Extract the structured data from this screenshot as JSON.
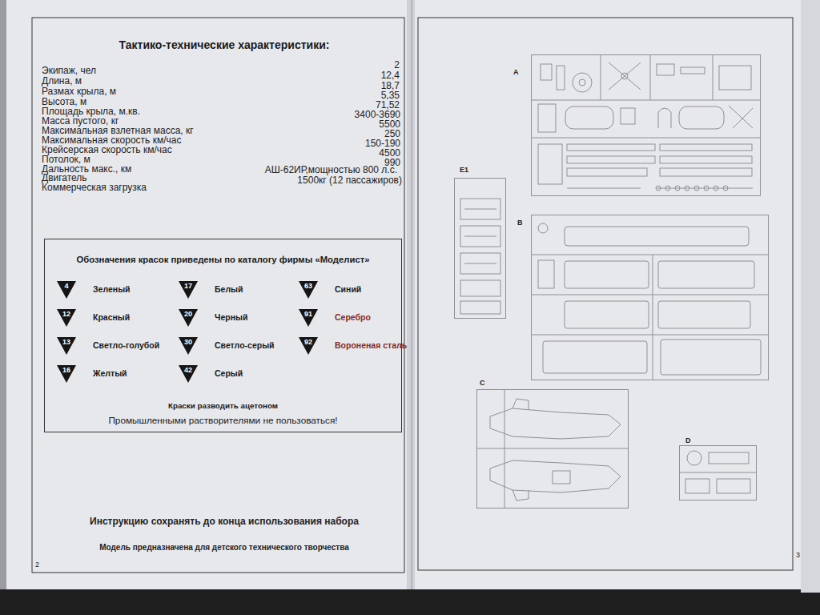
{
  "diagram": {
    "title": "Тактико-технические характеристики:",
    "nodes": [
      {
        "text": [
          "Обозначения красок приведены по каталогу фирмы «Моделист»",
          "Краски разводить ацетоном",
          "Промышленными растворителями не пользоваться!"
        ]
      },
      {
        "text": [
          "4",
          "Зеленый"
        ],
        "in": 0
      },
      {
        "text": [
          "17",
          "Белый"
        ],
        "in": 0
      },
      {
        "text": [
          "63",
          "Синий"
        ],
        "in": 0
      },
      {
        "text": [
          "12",
          "Красный"
        ],
        "in": 0
      },
      {
        "text": [
          "20",
          "Черный"
        ],
        "in": 0
      },
      {
        "text": [
          "91",
          "Серебро"
        ],
        "in": 0
      },
      {
        "text": [
          "13",
          "Светло-голубой"
        ],
        "in": 0
      },
      {
        "text": [
          "30",
          "Светло-серый"
        ],
        "in": 0
      },
      {
        "text": [
          "92",
          "Вороненая сталь"
        ],
        "in": 0
      },
      {
        "text": [
          "16",
          "Желтый"
        ],
        "in": 0
      },
      {
        "text": [
          "42",
          "Серый"
        ],
        "in": 0
      },
      {
        "text": [
          "A"
        ]
      },
      {
        "text": [
          "E1"
        ]
      },
      {
        "text": [
          "B"
        ]
      },
      {
        "text": [
          "C"
        ]
      },
      {
        "text": [
          "D"
        ]
      }
    ],
    "labels": [
      "Экипаж, чел",
      "2",
      "Длина, м",
      "12,4",
      "Размах крыла, м",
      "18,7",
      "Высота, м",
      "5,35",
      "Площадь крыла, м.кв.",
      "71,52",
      "Масса пустого, кг",
      "3400-3690",
      "Максимальная взлетная масса, кг",
      "5500",
      "Максимальная скорость км/час",
      "250",
      "Крейсерская скорость км/час",
      "150-190",
      "Потолок, м",
      "4500",
      "Дальность макс., км",
      "990",
      "Двигатель",
      "АШ-62ИР,мощностью 800 л.с.",
      "Коммерческая загрузка",
      "1500кг (12 пассажиров)",
      "Инструкцию сохранять до конца использования набора",
      "Модель предназначена для детского технического творчества",
      "2",
      "3"
    ]
  }
}
